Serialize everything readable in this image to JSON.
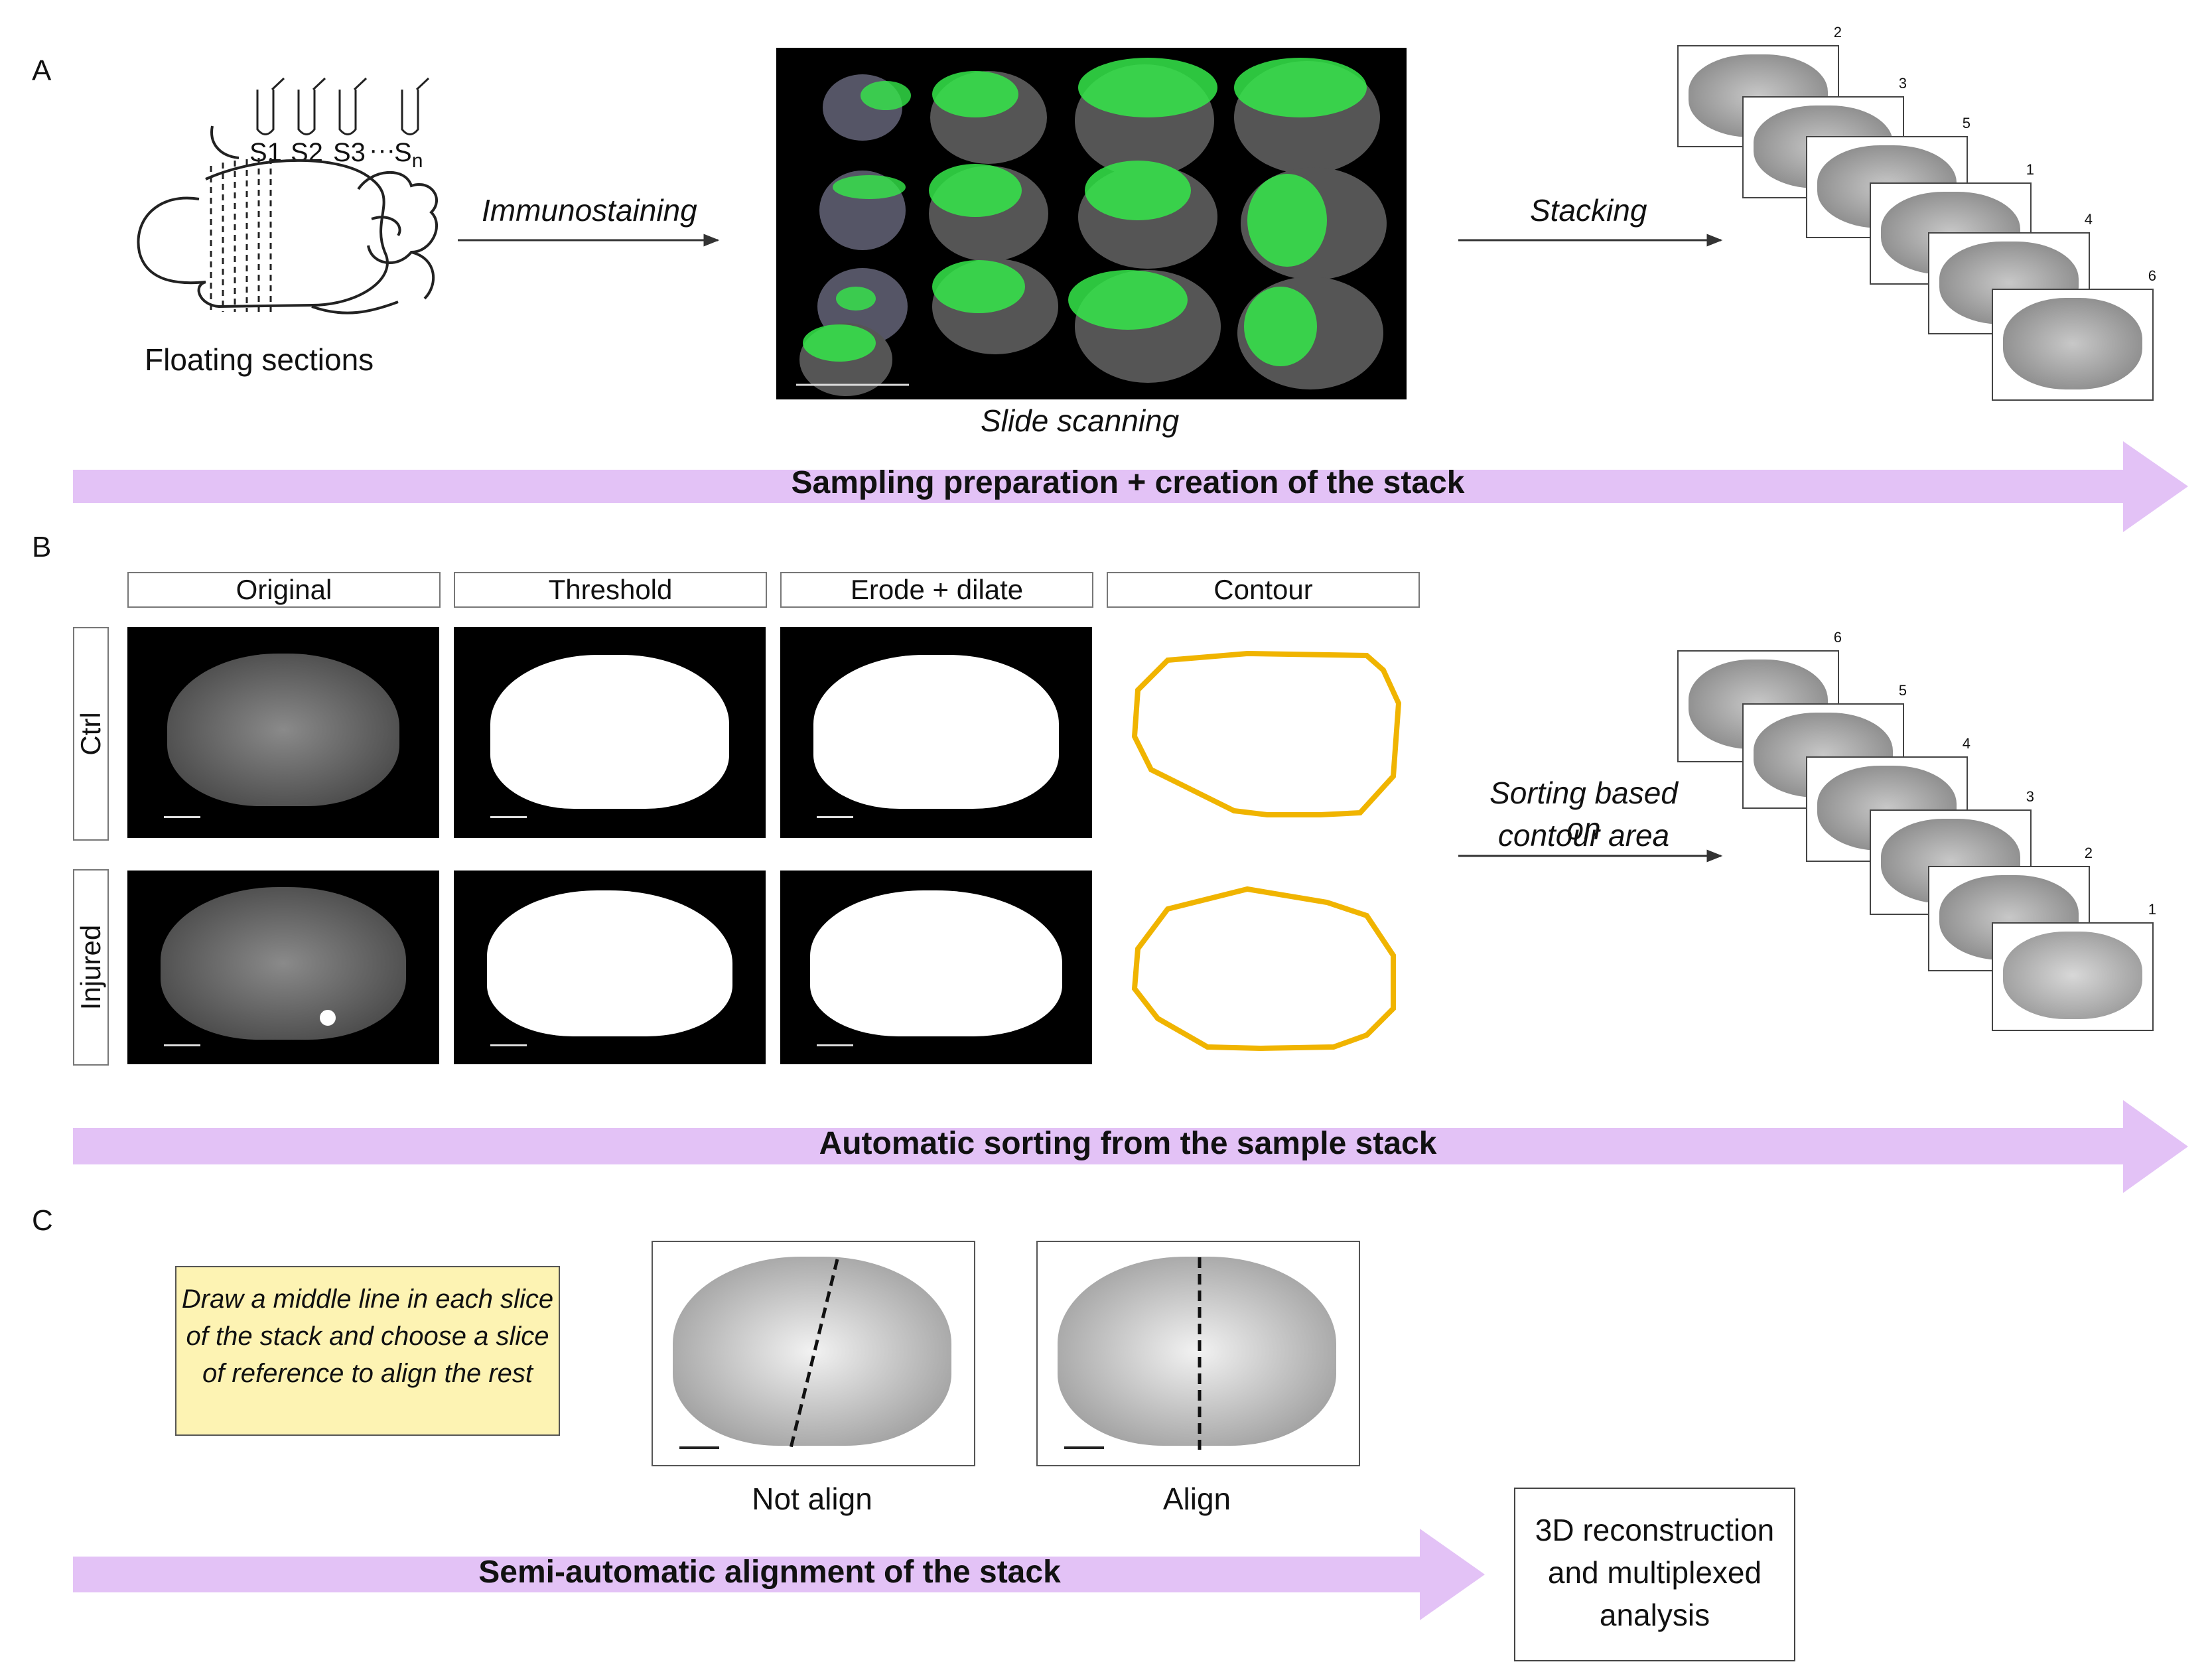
{
  "panels": {
    "a": "A",
    "b": "B",
    "c": "C"
  },
  "a": {
    "tubes": [
      "S1",
      "S2",
      "S3",
      "···",
      "S"
    ],
    "tube_sub": "n",
    "floating": "Floating sections",
    "immuno": "Immunostaining",
    "slide": "Slide scanning",
    "stacking": "Stacking",
    "stack_numbers": [
      "2",
      "3",
      "5",
      "1",
      "4",
      "6"
    ],
    "banner": "Sampling preparation + creation of the stack"
  },
  "b": {
    "columns": [
      "Original",
      "Threshold",
      "Erode + dilate",
      "Contour"
    ],
    "rows": [
      "Ctrl",
      "Injured"
    ],
    "sorting": [
      "Sorting based on",
      "contour area"
    ],
    "stack_numbers": [
      "6",
      "5",
      "4",
      "3",
      "2",
      "1"
    ],
    "banner": "Automatic sorting from the sample stack"
  },
  "c": {
    "note": "Draw a middle line in each slice of the stack and choose a slice of reference to align the rest",
    "not_align": "Not align",
    "align": "Align",
    "end": "3D reconstruction and multiplexed analysis",
    "banner": "Semi-automatic alignment of the stack"
  },
  "colors": {
    "arrow": "#e3c2f6",
    "contour": "#f0b400",
    "green": "#35e84a",
    "note_bg": "#fdf3b3"
  }
}
